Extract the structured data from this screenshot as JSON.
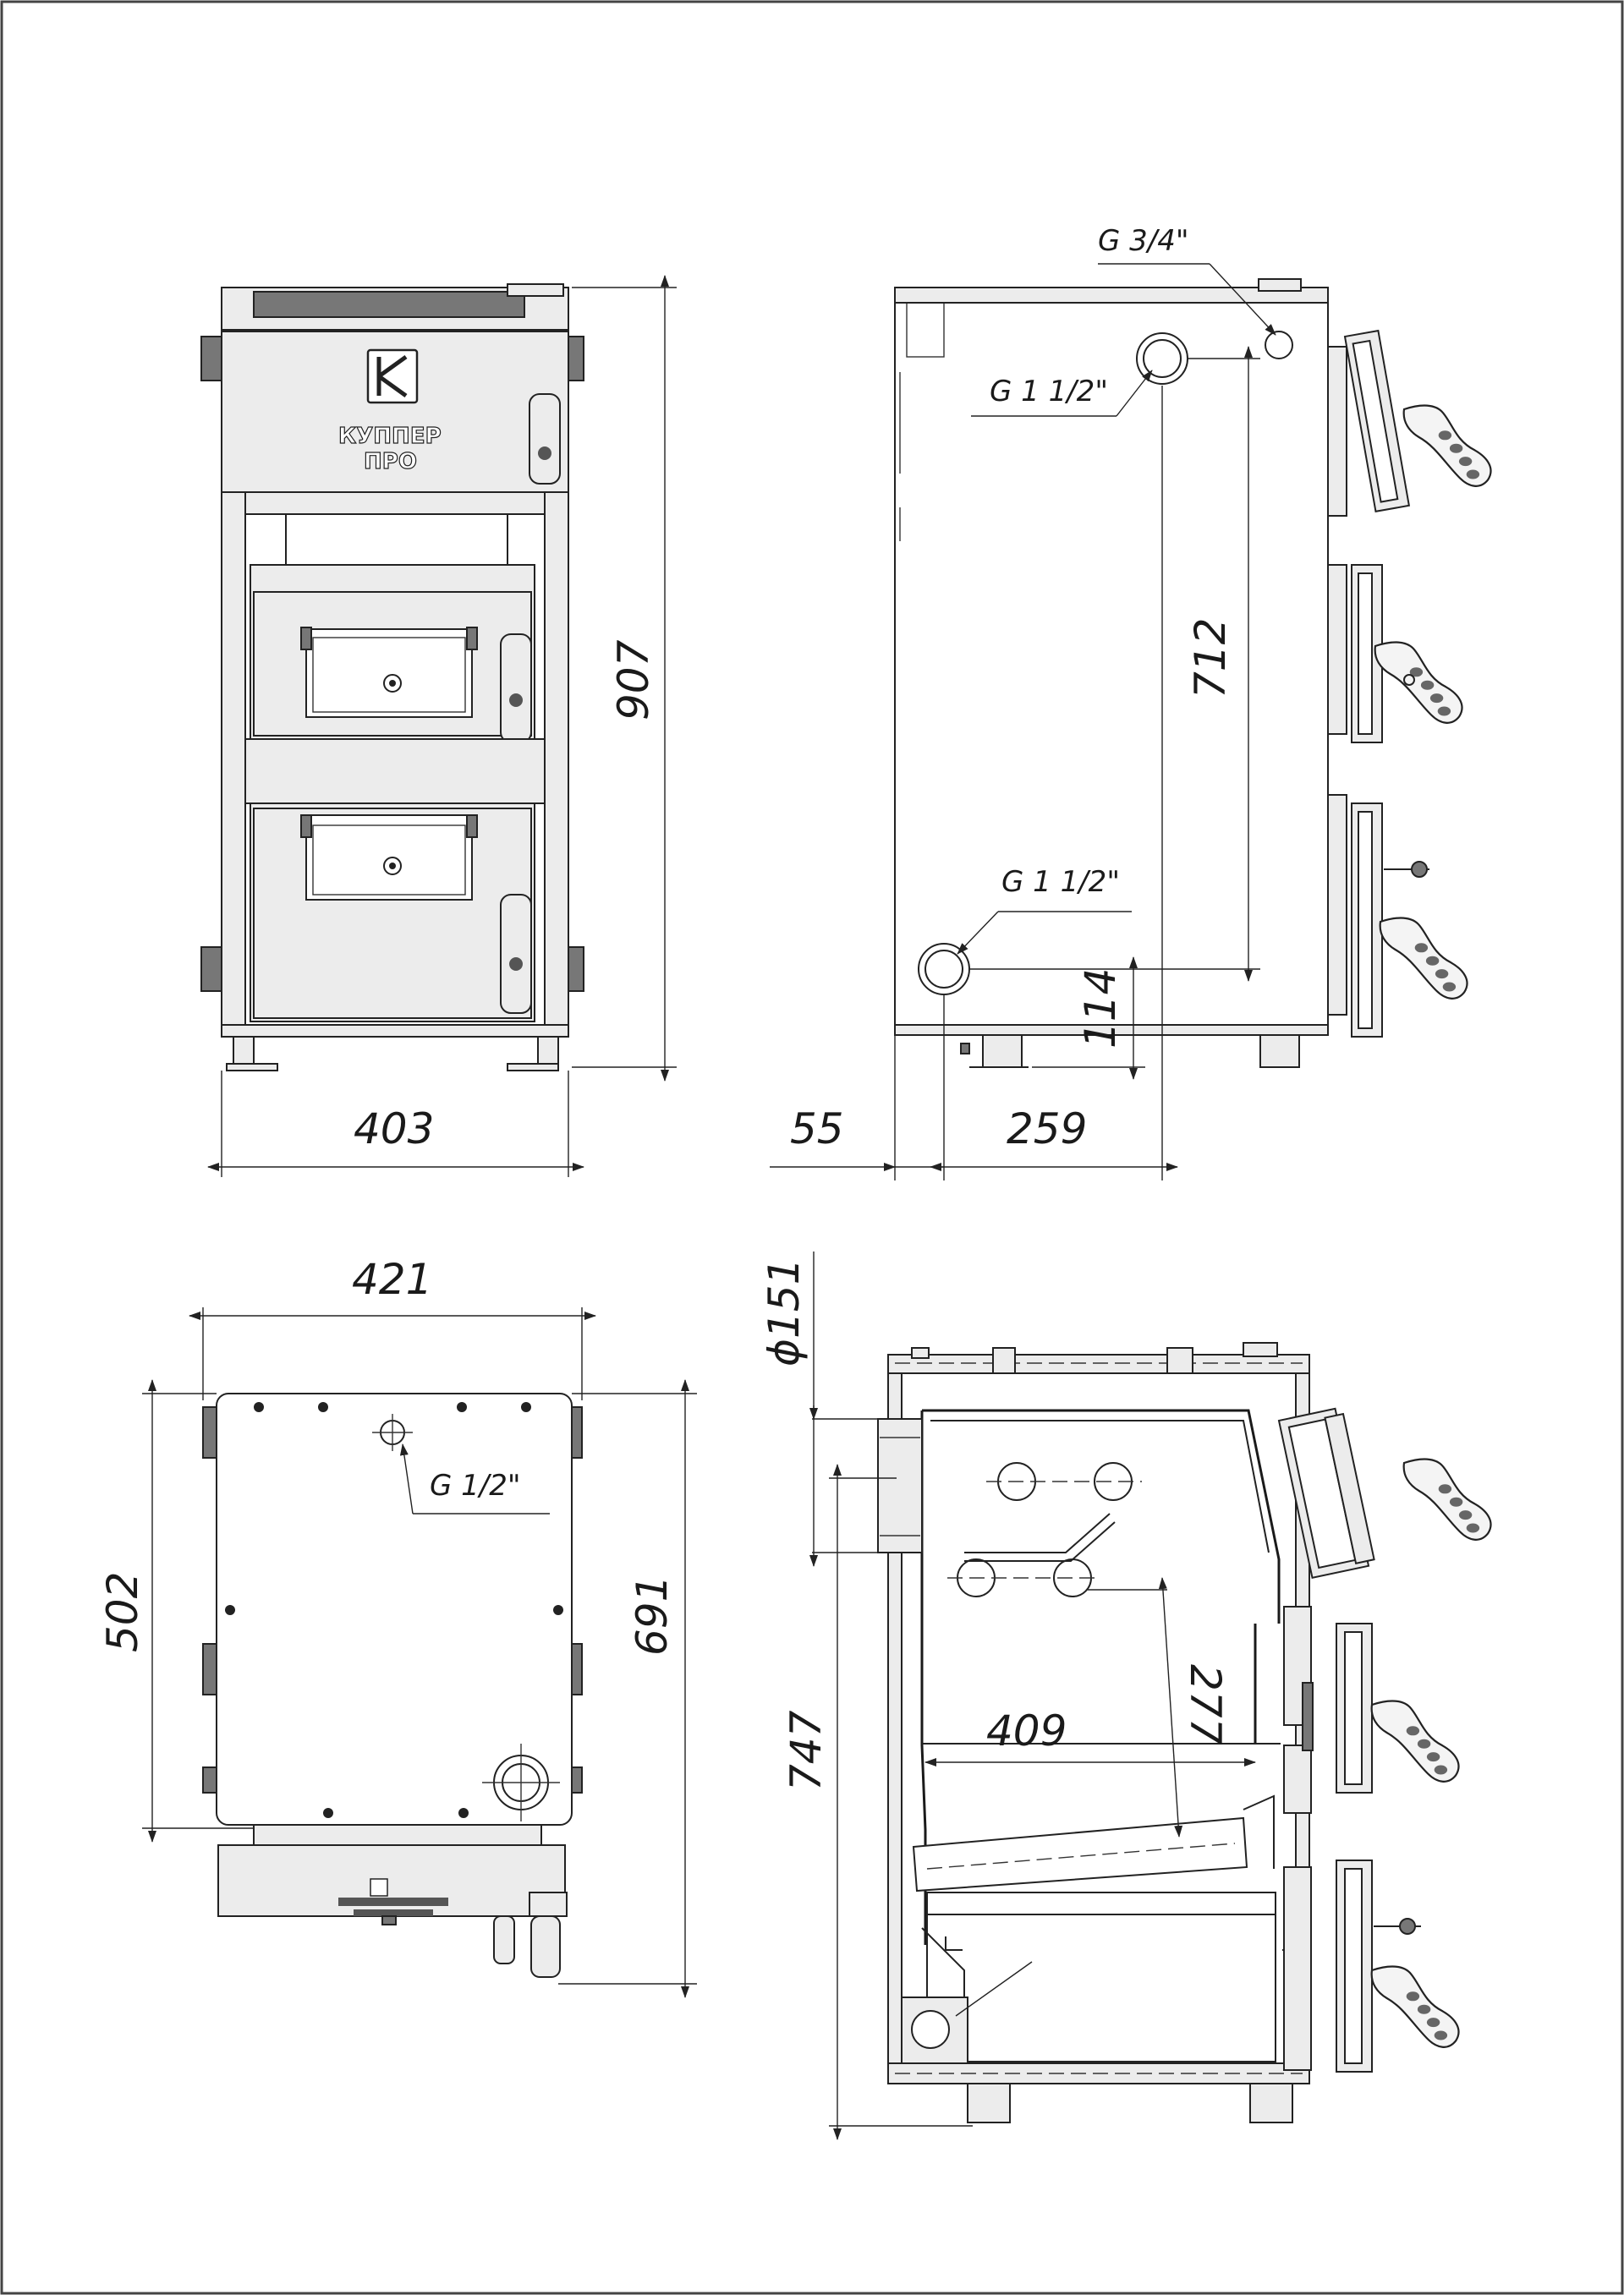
{
  "brand": {
    "name": "КУППЕР",
    "model": "ПРО"
  },
  "front_view": {
    "height": "907",
    "width": "403"
  },
  "side_view": {
    "top_right_port": "G 3/4\"",
    "upper_port": "G 1 1/2\"",
    "lower_port": "G 1 1/2\"",
    "port_spacing": "712",
    "bottom_port_height": "114",
    "offset": "55",
    "depth": "259"
  },
  "top_view": {
    "width": "421",
    "port": "G 1/2\"",
    "depth": "502",
    "total_depth": "691"
  },
  "section_view": {
    "flue_diameter": "ϕ151",
    "height": "747",
    "grate_length": "409",
    "grate_height": "277"
  }
}
